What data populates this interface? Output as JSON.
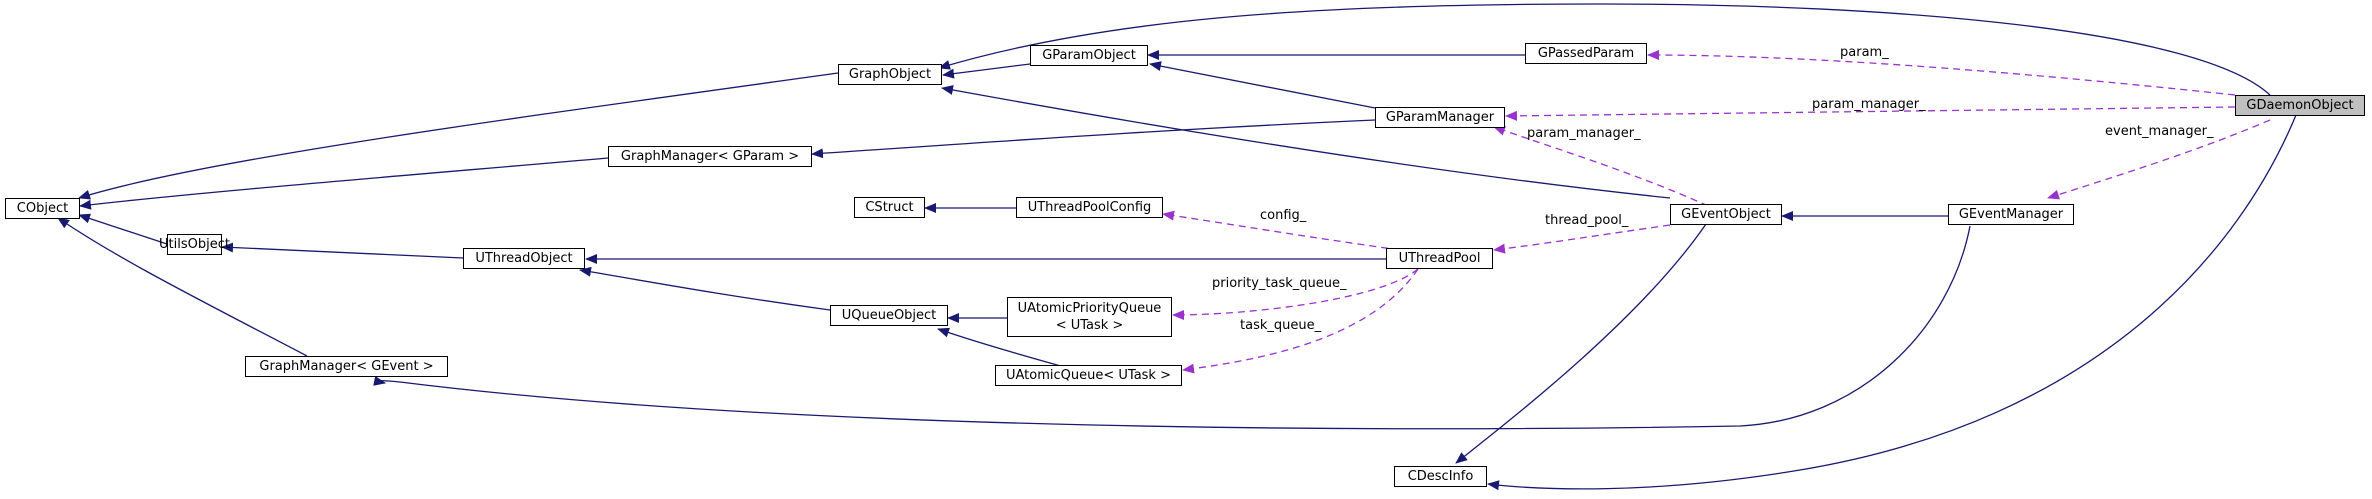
{
  "nodes": {
    "cobject": "CObject",
    "graphobject": "GraphObject",
    "gparamobject": "GParamObject",
    "gpassedparam": "GPassedParam",
    "gdaemonobject": "GDaemonObject",
    "gparammanager": "GParamManager",
    "graphmanager_gparam": "GraphManager< GParam >",
    "cstruct": "CStruct",
    "uthreadpoolconfig": "UThreadPoolConfig",
    "geventobject": "GEventObject",
    "geventmanager": "GEventManager",
    "utilsobject": "UtilsObject",
    "uthreadobject": "UThreadObject",
    "uthreadpool": "UThreadPool",
    "uqueueobject": "UQueueObject",
    "uatomicpriorityqueue_line1": "UAtomicPriorityQueue",
    "uatomicpriorityqueue_line2": "< UTask >",
    "graphmanager_gevent": "GraphManager< GEvent >",
    "uatomicqueue": "UAtomicQueue< UTask >",
    "cdescinfo": "CDescInfo"
  },
  "edge_labels": {
    "param": "param_",
    "param_manager": "param_manager_",
    "param_manager_2": "param_manager_",
    "event_manager": "event_manager_",
    "thread_pool": "thread_pool_",
    "config": "config_",
    "priority_task_queue": "priority_task_queue_",
    "task_queue": "task_queue_"
  },
  "colors": {
    "inheritance": "#191970",
    "usage": "#9a32cd",
    "highlight": "#bfbfbf"
  }
}
